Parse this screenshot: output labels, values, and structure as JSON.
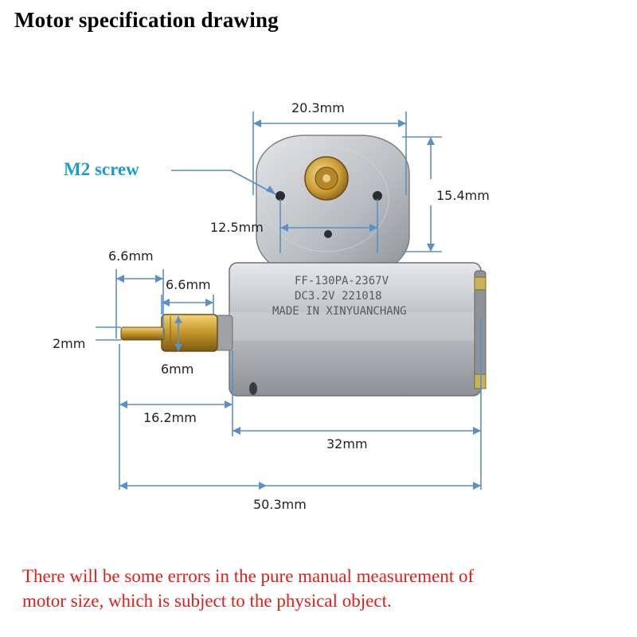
{
  "title": "Motor specification drawing",
  "callout": {
    "label": "M2 screw",
    "color": "#1d9bd1"
  },
  "dimension_color": "#5a8fc8",
  "dimensions": {
    "end_width": "20.3mm",
    "end_height": "15.4mm",
    "hole_spacing": "12.5mm",
    "shaft_segment_1": "6.6mm",
    "shaft_segment_2": "6.6mm",
    "shaft_diameter": "2mm",
    "gear_diameter": "6mm",
    "shaft_length": "16.2mm",
    "body_length": "32mm",
    "overall_length": "50.3mm"
  },
  "motor_label": {
    "line1": "FF-130PA-2367V",
    "line2": "DC3.2V  221018",
    "line3": "MADE IN XINYUANCHANG"
  },
  "note": {
    "line1": "There will be some errors in the pure manual measurement of",
    "line2": "motor size, which is subject to the physical object.",
    "color": "#e0201b"
  }
}
